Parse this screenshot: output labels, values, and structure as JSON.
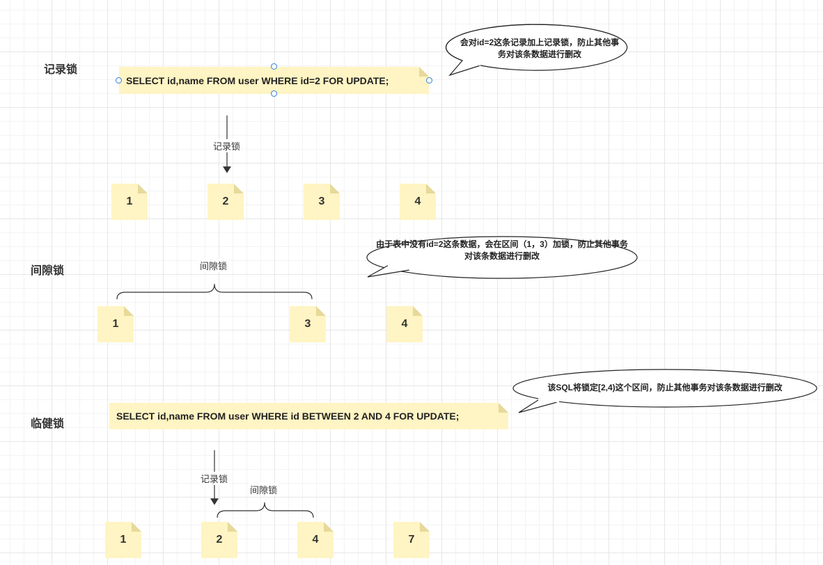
{
  "sections": {
    "record": {
      "title": "记录锁",
      "sql": "SELECT id,name FROM user WHERE id=2 FOR UPDATE;",
      "arrow_label": "记录锁",
      "callout": "会对id=2这条记录加上记录锁，防止其他事务对该条数据进行删改",
      "notes": [
        "1",
        "2",
        "3",
        "4"
      ]
    },
    "gap": {
      "title": "间隙锁",
      "brace_label": "间隙锁",
      "callout": "由于表中没有id=2这条数据，会在区间（1，3）加锁，防止其他事务对该条数据进行删改",
      "notes": [
        "1",
        "3",
        "4"
      ]
    },
    "nextkey": {
      "title": "临健锁",
      "sql": "SELECT id,name FROM user WHERE id BETWEEN 2 AND 4 FOR UPDATE;",
      "arrow_label": "记录锁",
      "brace_label": "间隙锁",
      "callout": "该SQL将锁定[2,4)这个区间，防止其他事务对该条数据进行删改",
      "notes": [
        "1",
        "2",
        "4",
        "7"
      ]
    }
  },
  "colors": {
    "note_fill": "#fff4c3",
    "selection_handle": "#2d7ed8"
  }
}
